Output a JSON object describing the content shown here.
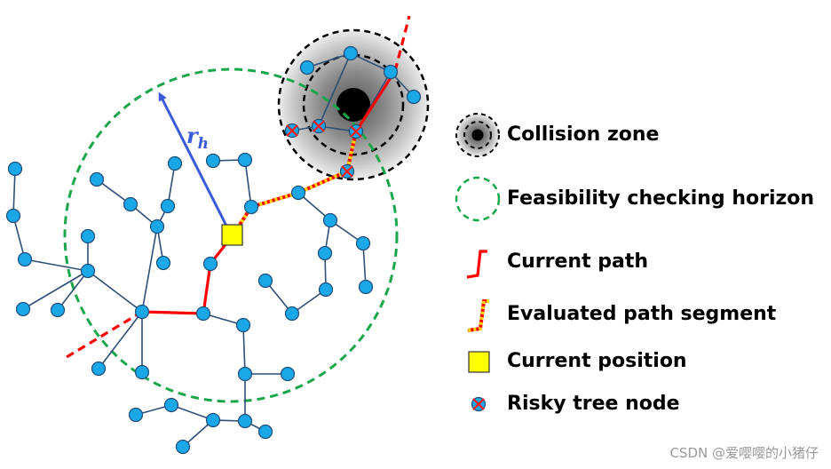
{
  "diagram_label": {
    "symbol": "r",
    "subscript": "h"
  },
  "legend": [
    {
      "key": "collision",
      "label": "Collision zone"
    },
    {
      "key": "horizon",
      "label": "Feasibility checking horizon"
    },
    {
      "key": "current_path",
      "label": "Current path"
    },
    {
      "key": "evaluated",
      "label": "Evaluated path segment"
    },
    {
      "key": "position",
      "label": "Current position"
    },
    {
      "key": "risky",
      "label": "Risky tree node"
    }
  ],
  "watermark": "CSDN @爱嘤嘤的小猪仔",
  "colors": {
    "node_fill": "#1aa7e8",
    "node_stroke": "#1f4e79",
    "edge": "#2e4f76",
    "current_path": "#ff0000",
    "evaluated_dot": "#ffd700",
    "horizon": "#1aa64b",
    "radius_arrow": "#3b5bdb",
    "current_position": "#ffff00",
    "risky_cross": "#ff1a1a"
  }
}
